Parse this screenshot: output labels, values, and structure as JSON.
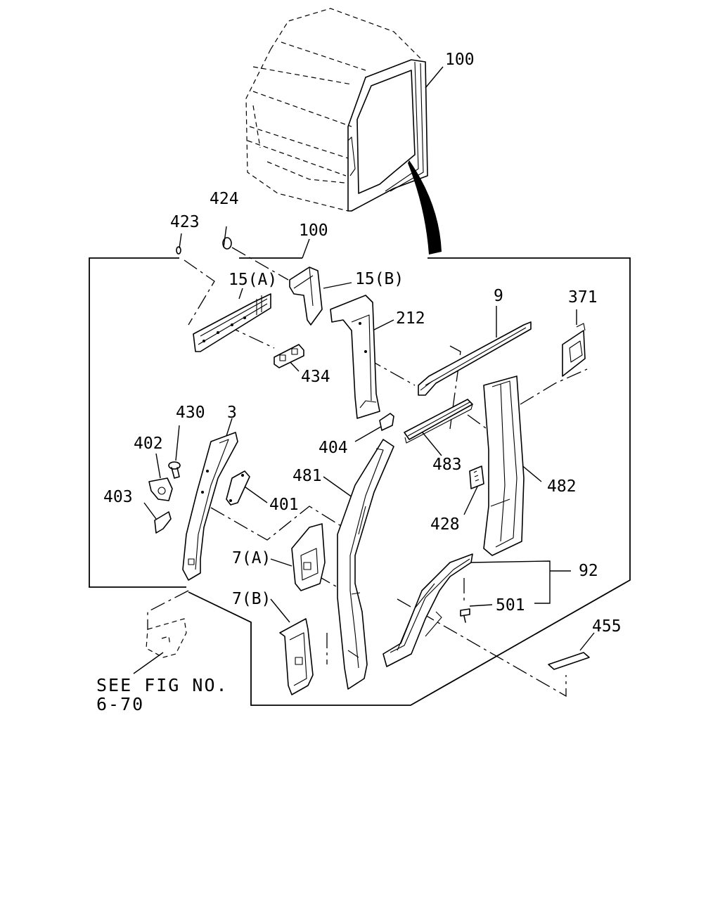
{
  "labels": {
    "cab_100": "100",
    "p100": "100",
    "p424": "424",
    "p423": "423",
    "p15a": "15(A)",
    "p15b": "15(B)",
    "p212": "212",
    "p9": "9",
    "p371": "371",
    "p434": "434",
    "p430": "430",
    "p3": "3",
    "p402": "402",
    "p403": "403",
    "p401": "401",
    "p404": "404",
    "p481": "481",
    "p483": "483",
    "p482": "482",
    "p428": "428",
    "p7a": "7(A)",
    "p7b": "7(B)",
    "p92": "92",
    "p501": "501",
    "p455": "455"
  },
  "note": {
    "line1": "SEE FIG NO.",
    "line2": "6-70"
  }
}
